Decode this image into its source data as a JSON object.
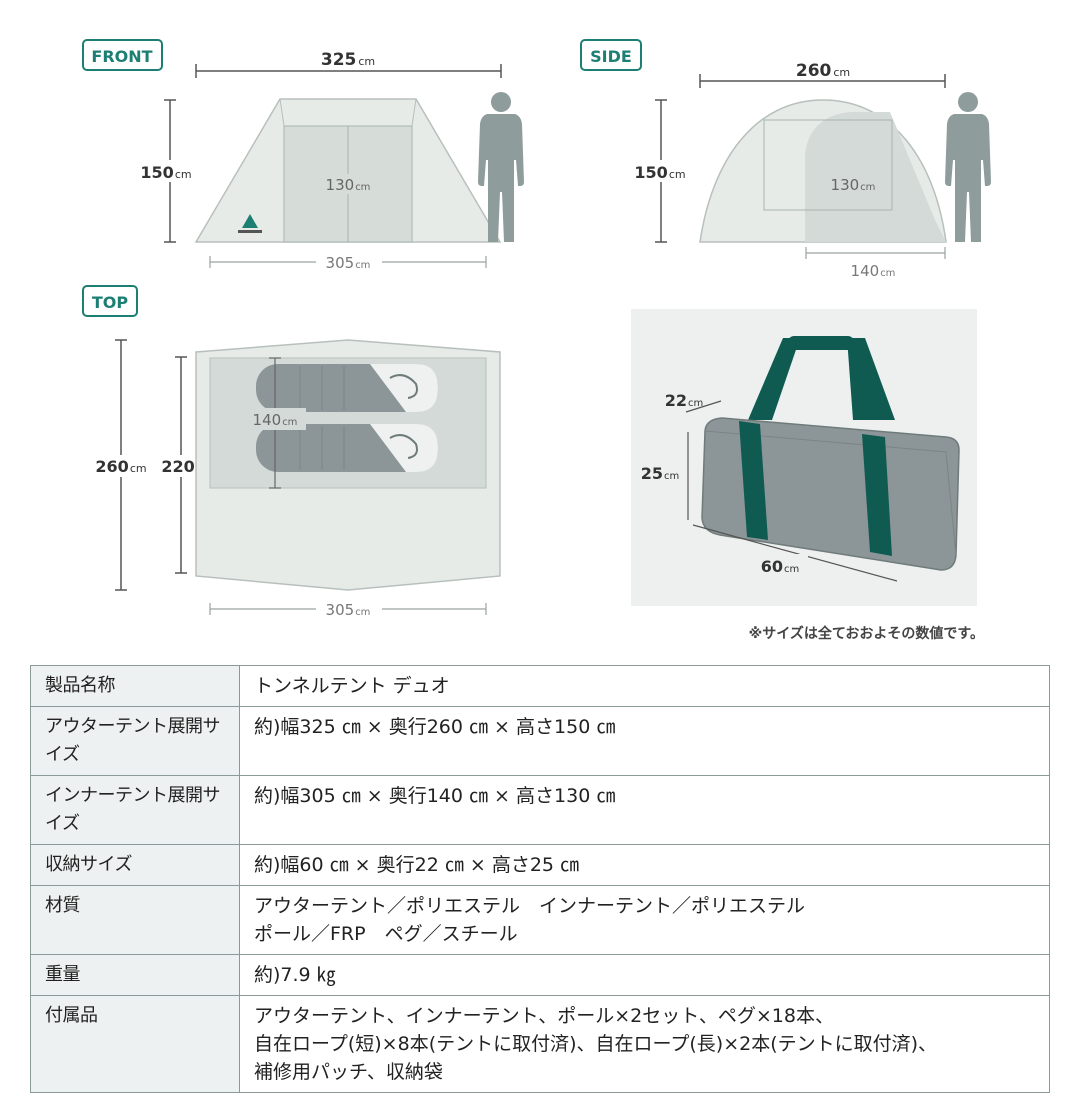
{
  "views": {
    "front": {
      "tag": "FRONT",
      "width": "325",
      "height": "150",
      "inner_height": "130",
      "inner_width": "305",
      "unit": "cm"
    },
    "side": {
      "tag": "SIDE",
      "depth": "260",
      "height": "150",
      "inner_height": "130",
      "inner_depth": "140",
      "unit": "cm"
    },
    "top": {
      "tag": "TOP",
      "outer_depth": "260",
      "inner_depth": "220",
      "inner_span": "140",
      "inner_width": "305",
      "unit": "cm"
    },
    "bag": {
      "depth": "22",
      "height": "25",
      "width": "60",
      "unit": "cm"
    }
  },
  "note": "※サイズは全ておおよその数値です。",
  "colors": {
    "accent": "#1d7f73",
    "tent_fill": "#e6ebe8",
    "inner_fill": "#d4dad7",
    "figure": "#8f9c9c",
    "bag_body": "#8c9597",
    "strap": "#0f5b52"
  },
  "specs": [
    {
      "label": "製品名称",
      "lines": [
        "トンネルテント デュオ"
      ]
    },
    {
      "label": "アウターテント展開サイズ",
      "lines": [
        "約)幅325 ㎝ × 奥行260 ㎝ × 高さ150 ㎝"
      ]
    },
    {
      "label": "インナーテント展開サイズ",
      "lines": [
        "約)幅305 ㎝ × 奥行140 ㎝ × 高さ130 ㎝"
      ]
    },
    {
      "label": "収納サイズ",
      "lines": [
        "約)幅60 ㎝ × 奥行22 ㎝ × 高さ25 ㎝"
      ]
    },
    {
      "label": "材質",
      "lines": [
        "アウターテント／ポリエステル　インナーテント／ポリエステル",
        "ポール／FRP　ペグ／スチール"
      ]
    },
    {
      "label": "重量",
      "lines": [
        "約)7.9 ㎏"
      ]
    },
    {
      "label": "付属品",
      "lines": [
        "アウターテント、インナーテント、ポール×2セット、ペグ×18本、",
        "自在ロープ(短)×8本(テントに取付済)、自在ロープ(長)×2本(テントに取付済)、",
        "補修用パッチ、収納袋"
      ]
    }
  ]
}
